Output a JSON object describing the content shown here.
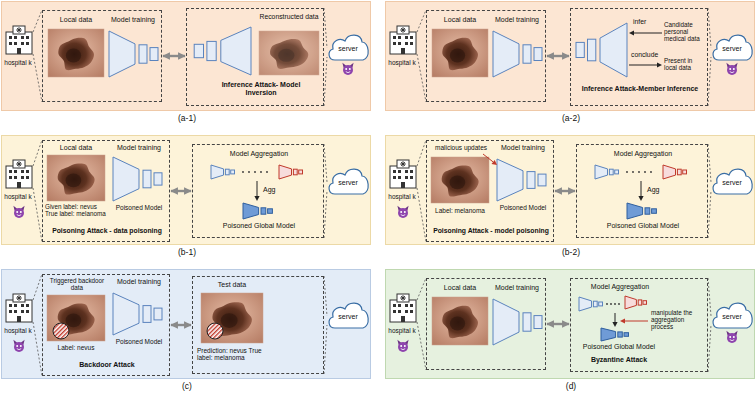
{
  "diagram": {
    "nodes": [
      {
        "text": [
          "(a-1)"
        ]
      },
      {
        "text": [
          "hospital k"
        ],
        "in": 0
      },
      {
        "text": [
          "Local data",
          "Model training"
        ],
        "in": 0
      },
      {
        "text": [
          "Reconstructed data",
          "Inference Attack- Model Inversion"
        ],
        "in": 0
      },
      {
        "text": [
          "server"
        ],
        "in": 0
      },
      {
        "text": [
          "(a-2)"
        ]
      },
      {
        "text": [
          "hospital k"
        ],
        "in": 5
      },
      {
        "text": [
          "Local data",
          "Model training"
        ],
        "in": 5
      },
      {
        "text": [
          "infer",
          "Candidate personal medical data",
          "conclude",
          "Present in local data",
          "Inference Attack-Member Inference"
        ],
        "in": 5
      },
      {
        "text": [
          "server"
        ],
        "in": 5
      },
      {
        "text": [
          "(b-1)"
        ]
      },
      {
        "text": [
          "hospital k"
        ],
        "in": 10
      },
      {
        "text": [
          "Local data",
          "Given label: nevus True label: melanoma",
          "Model training",
          "Poisoned Model",
          "Poisoning Attack - data poisoning"
        ],
        "in": 10
      },
      {
        "text": [
          "Model Aggregation",
          "Agg",
          "Poisoned Global Model"
        ],
        "in": 10
      },
      {
        "text": [
          "server"
        ],
        "in": 10
      },
      {
        "text": [
          "(b-2)"
        ]
      },
      {
        "text": [
          "hospital k"
        ],
        "in": 15
      },
      {
        "text": [
          "malicious updates",
          "Model training",
          "Label: melanoma",
          "Poisoned Model",
          "Poisoning Attack - model poisoning"
        ],
        "in": 15
      },
      {
        "text": [
          "Model Aggregation",
          "Agg",
          "Poisoned Global Model"
        ],
        "in": 15
      },
      {
        "text": [
          "server"
        ],
        "in": 15
      },
      {
        "text": [
          "(c)"
        ]
      },
      {
        "text": [
          "hospital k"
        ],
        "in": 20
      },
      {
        "text": [
          "Triggered backdoor data",
          "Model training",
          "Label: nevus",
          "Poisoned Model",
          "Backdoor Attack"
        ],
        "in": 20
      },
      {
        "text": [
          "Test data",
          "Prediction: nevus True label: melanoma"
        ],
        "in": 20
      },
      {
        "text": [
          "server"
        ],
        "in": 20
      },
      {
        "text": [
          "(d)"
        ]
      },
      {
        "text": [
          "hospital k"
        ],
        "in": 25
      },
      {
        "text": [
          "Local data",
          "Model training"
        ],
        "in": 25
      },
      {
        "text": [
          "Model Aggregation",
          "manipulate the aggregation process",
          "Poisoned Global Model",
          "Byzantine Attack"
        ],
        "in": 25
      },
      {
        "text": [
          "server"
        ],
        "in": 25
      }
    ],
    "edges": [
      {
        "from": 2,
        "to": 3,
        "arrow": "both"
      },
      {
        "from": 7,
        "to": 8,
        "arrow": "both"
      },
      {
        "from": 12,
        "to": 13,
        "arrow": "both"
      },
      {
        "from": 17,
        "to": 18,
        "arrow": "both"
      },
      {
        "from": 22,
        "to": 23,
        "arrow": "both"
      },
      {
        "from": 27,
        "to": 28,
        "arrow": "both"
      }
    ]
  }
}
